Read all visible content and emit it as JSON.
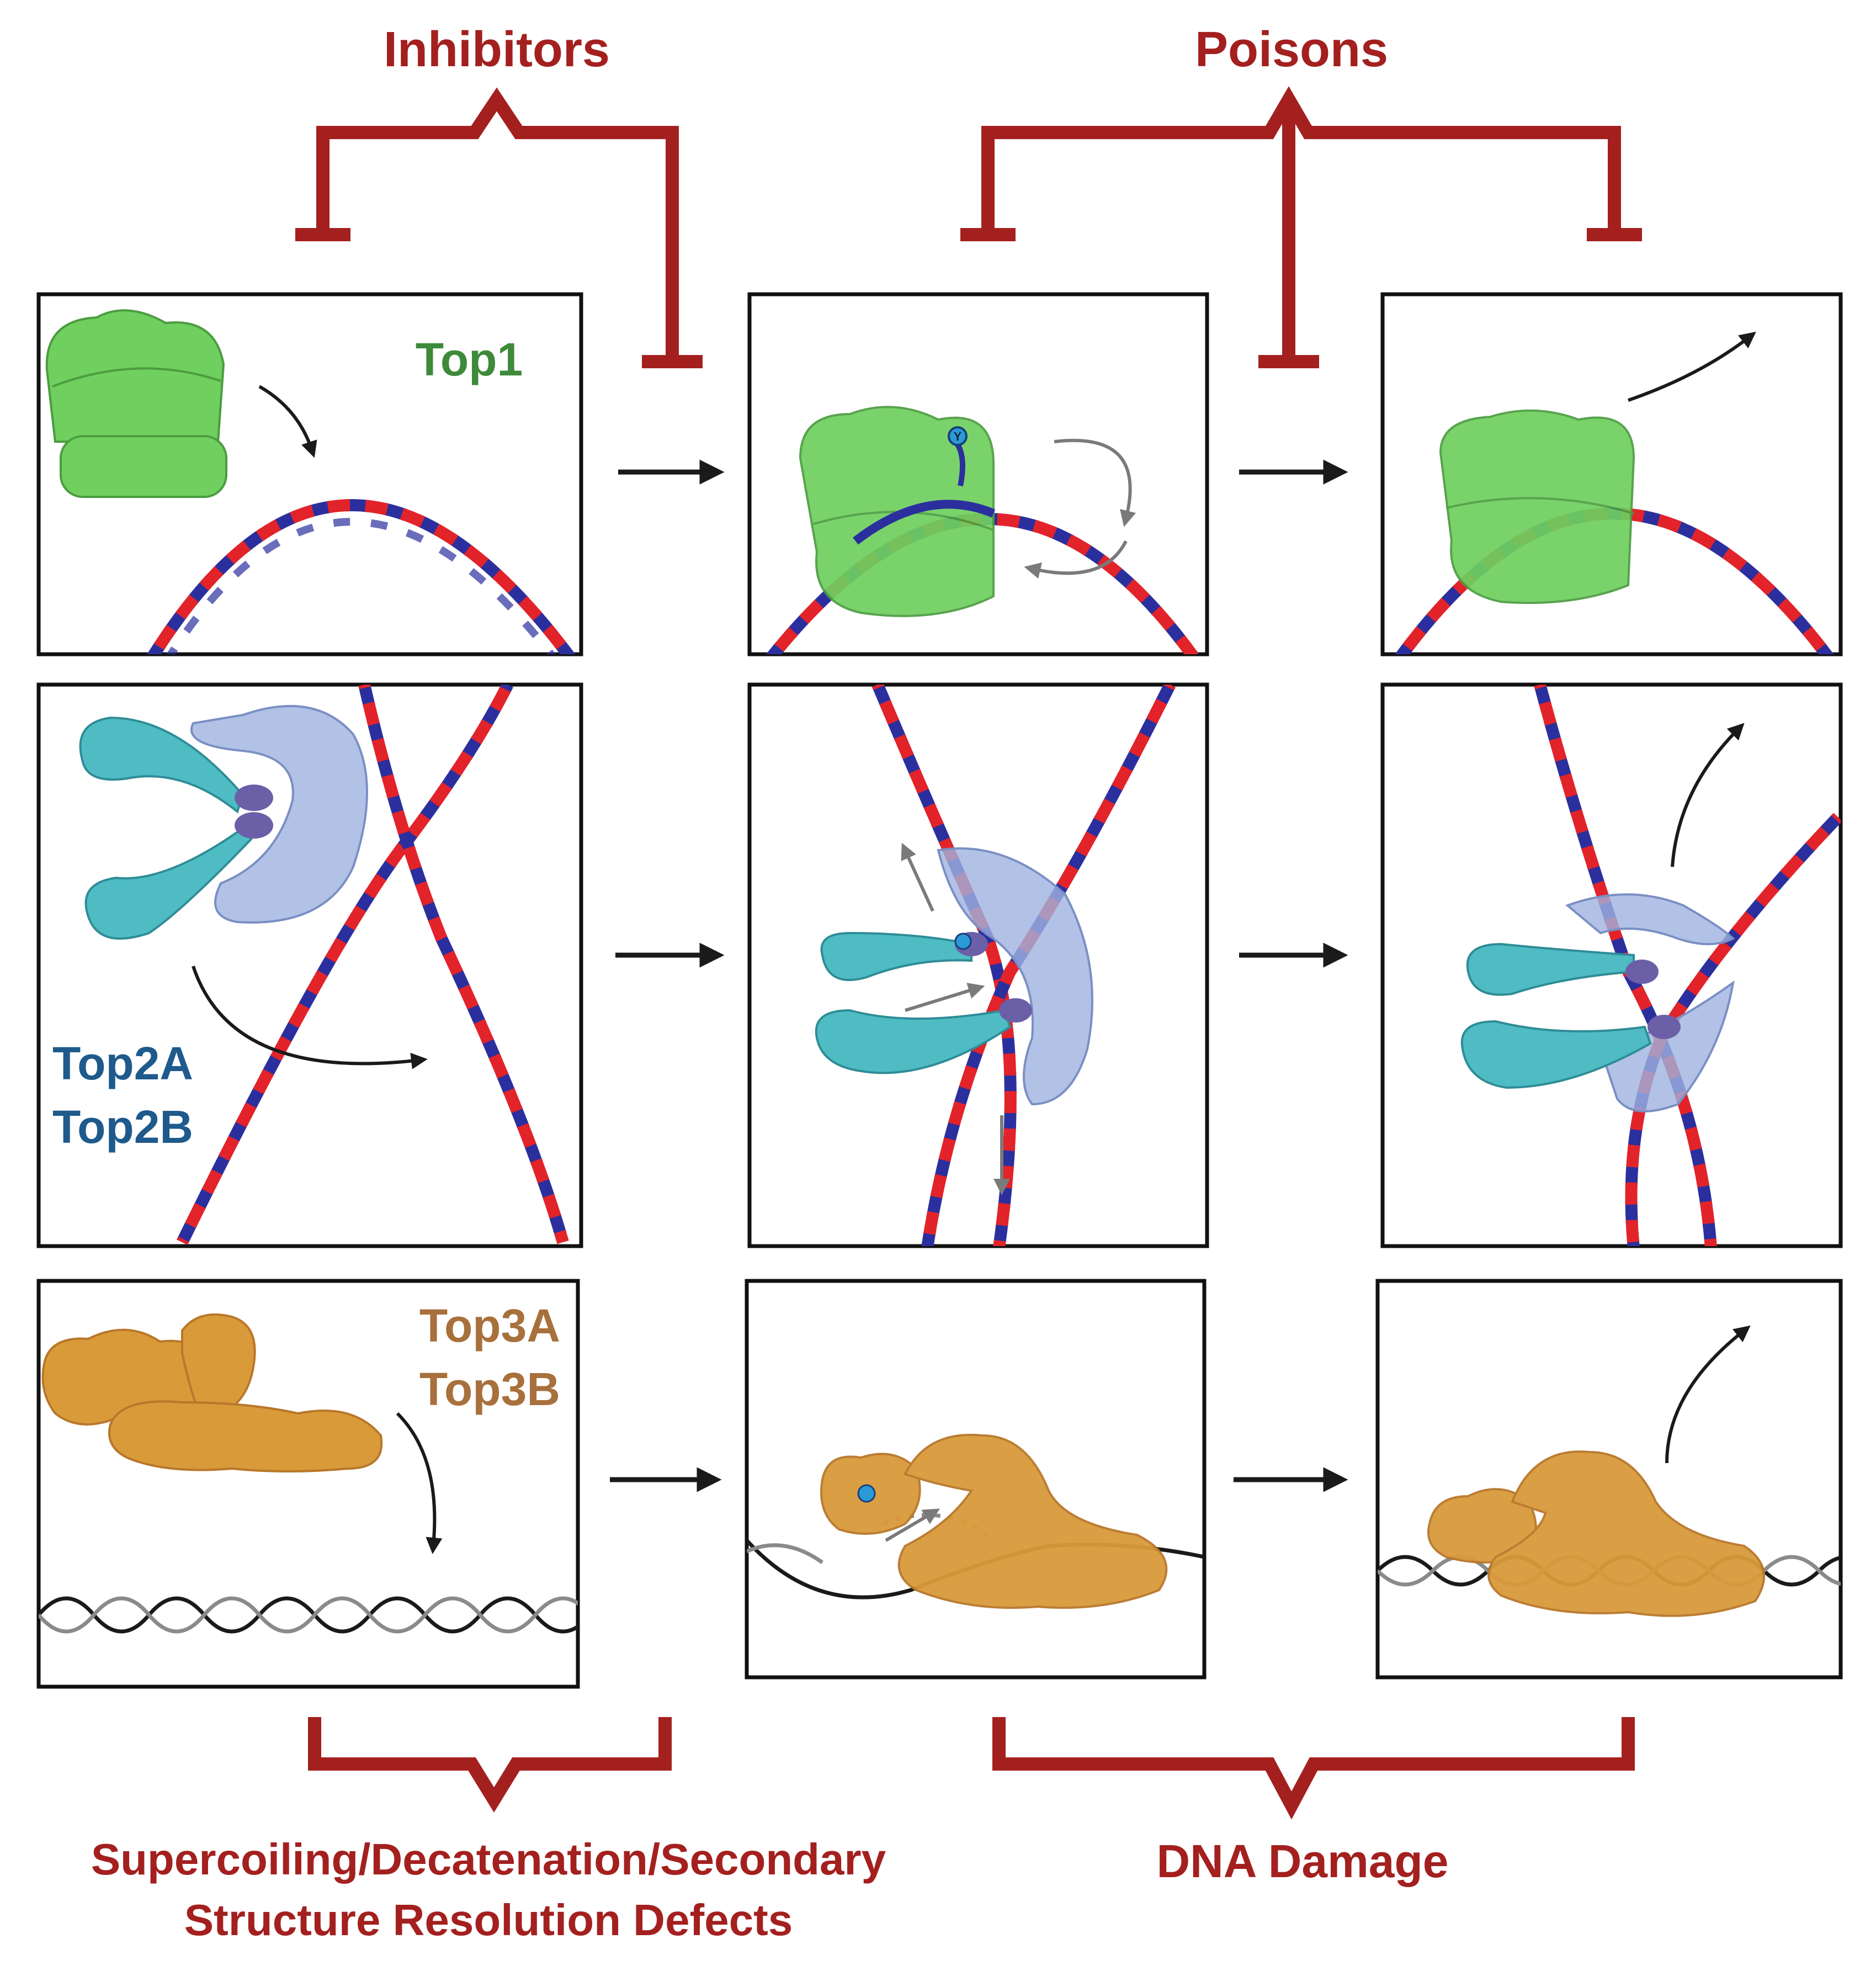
{
  "labels": {
    "inhibitors": "Inhibitors",
    "poisons": "Poisons",
    "top1": "Top1",
    "top2a": "Top2A",
    "top2b": "Top2B",
    "top3a": "Top3A",
    "top3b": "Top3B",
    "tyrosine": "Y",
    "defects_line1": "Supercoiling/Decatenation/Secondary",
    "defects_line2": "Structure Resolution Defects",
    "dna_damage": "DNA Damage"
  },
  "colors": {
    "bracket": "#a3201f",
    "top1_protein": "#6fcf5f",
    "top1_text": "#3e8a3a",
    "top2_arms": "#4fbcc4",
    "top2_clamp": "#9fb3e0",
    "top2_gate": "#6b5fa8",
    "top2_text": "#1e5a8c",
    "top3_protein": "#d99a3a",
    "top3_text": "#a8703c",
    "dna_red": "#e2232a",
    "dna_blue": "#2b2f9e",
    "tyrosine": "#2b9ad6",
    "arrow": "#1a1a1a",
    "motion_arrow": "#7a7a7a"
  },
  "icons": {
    "flow_arrow": "right-arrow-icon",
    "release_arrow": "curved-arrow-icon",
    "block": "t-bar-inhibition-icon"
  }
}
